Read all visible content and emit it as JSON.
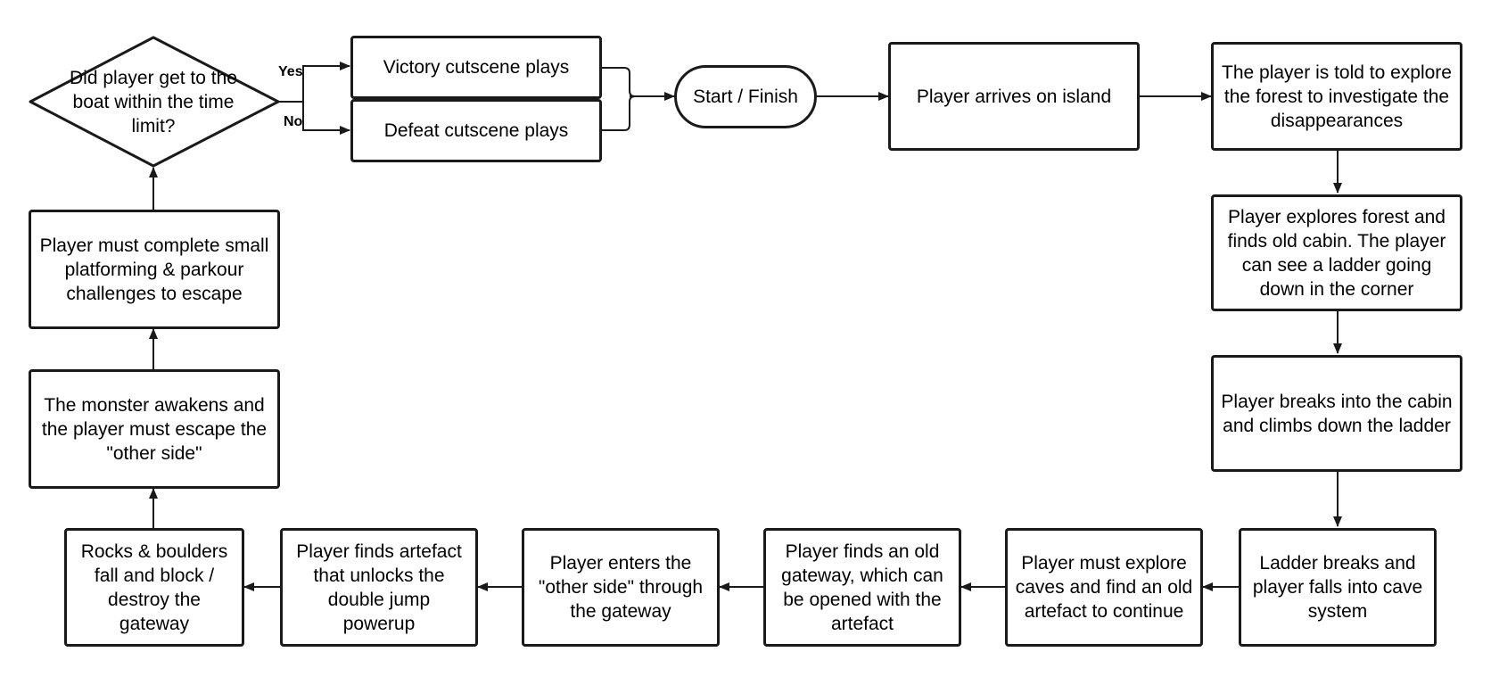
{
  "decision": {
    "question": "Did player get to the boat within the time limit?",
    "yes_label": "Yes",
    "no_label": "No"
  },
  "nodes": {
    "victory": "Victory cutscene plays",
    "defeat": "Defeat cutscene plays",
    "start_finish": "Start / Finish",
    "arrives": "Player arrives on island",
    "told": "The player is told to explore the forest to investigate the disappearances",
    "cabin": "Player explores forest and finds old cabin. The player can see a ladder going down in the corner",
    "breaks_in": "Player breaks into the cabin and climbs down the ladder",
    "ladder_breaks": "Ladder breaks and player falls into cave system",
    "explore_caves": "Player must explore caves and find an old artefact to continue",
    "gateway": "Player finds an old gateway, which can be opened with the artefact",
    "other_side": "Player enters the \"other side\" through the gateway",
    "powerup": "Player finds artefact that unlocks the double jump powerup",
    "rocks": "Rocks & boulders fall and block / destroy the gateway",
    "monster": "The monster awakens and the player must escape the \"other side\"",
    "platforming": "Player must complete small platforming & parkour challenges to escape"
  },
  "colors": {
    "stroke": "#1a1a1a",
    "background": "#ffffff",
    "text": "#000000"
  }
}
